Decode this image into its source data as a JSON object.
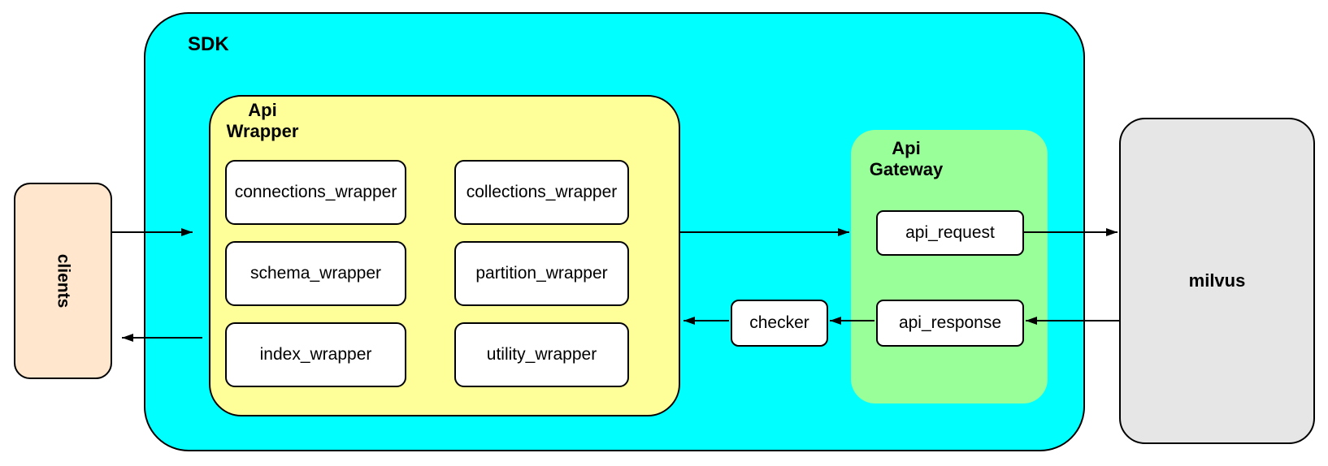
{
  "colors": {
    "background": "#FFFFFF",
    "sdk_fill": "#00FFFF",
    "api_wrapper_fill": "#FFFF99",
    "api_gateway_fill": "#99FF99",
    "clients_fill": "#FFE6CC",
    "milvus_fill": "#E6E6E6",
    "inner_node_fill": "#FFFFFF",
    "border": "#000000",
    "arrow": "#000000"
  },
  "nodes": {
    "clients": {
      "label": "clients"
    },
    "sdk": {
      "label": "SDK"
    },
    "api_wrapper": {
      "line1": "Api",
      "line2": "Wrapper",
      "items": [
        {
          "label": "connections_wrapper"
        },
        {
          "label": "collections_wrapper"
        },
        {
          "label": "schema_wrapper"
        },
        {
          "label": "partition_wrapper"
        },
        {
          "label": "index_wrapper"
        },
        {
          "label": "utility_wrapper"
        }
      ]
    },
    "checker": {
      "label": "checker"
    },
    "api_gateway": {
      "line1": "Api",
      "line2": "Gateway",
      "items": [
        {
          "label": "api_request"
        },
        {
          "label": "api_response"
        }
      ]
    },
    "milvus": {
      "label": "milvus"
    }
  },
  "edges": [
    {
      "from": "clients",
      "to": "sdk",
      "direction": "right"
    },
    {
      "from": "api_wrapper",
      "to": "api_gateway",
      "direction": "right"
    },
    {
      "from": "api_request",
      "to": "milvus",
      "direction": "right"
    },
    {
      "from": "milvus",
      "to": "api_response",
      "direction": "left"
    },
    {
      "from": "api_response",
      "to": "checker",
      "direction": "left"
    },
    {
      "from": "checker",
      "to": "api_wrapper",
      "direction": "left"
    },
    {
      "from": "api_wrapper",
      "to": "clients",
      "direction": "left"
    }
  ]
}
